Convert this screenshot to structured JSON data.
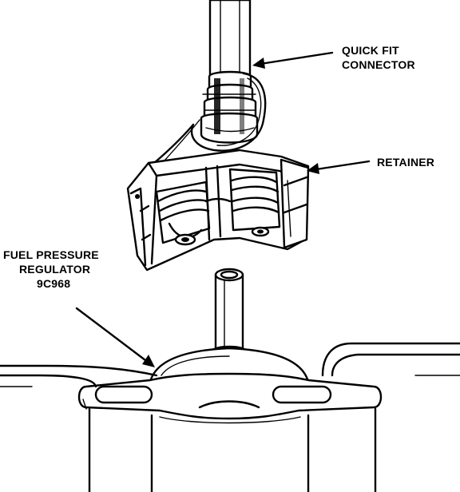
{
  "labels": {
    "quick_fit_line1": "QUICK FIT",
    "quick_fit_line2": "CONNECTOR",
    "retainer": "RETAINER",
    "regulator_line1": "FUEL PRESSURE",
    "regulator_line2": "REGULATOR",
    "regulator_line3": "9C968"
  },
  "colors": {
    "ink": "#000000",
    "paper": "#ffffff"
  }
}
